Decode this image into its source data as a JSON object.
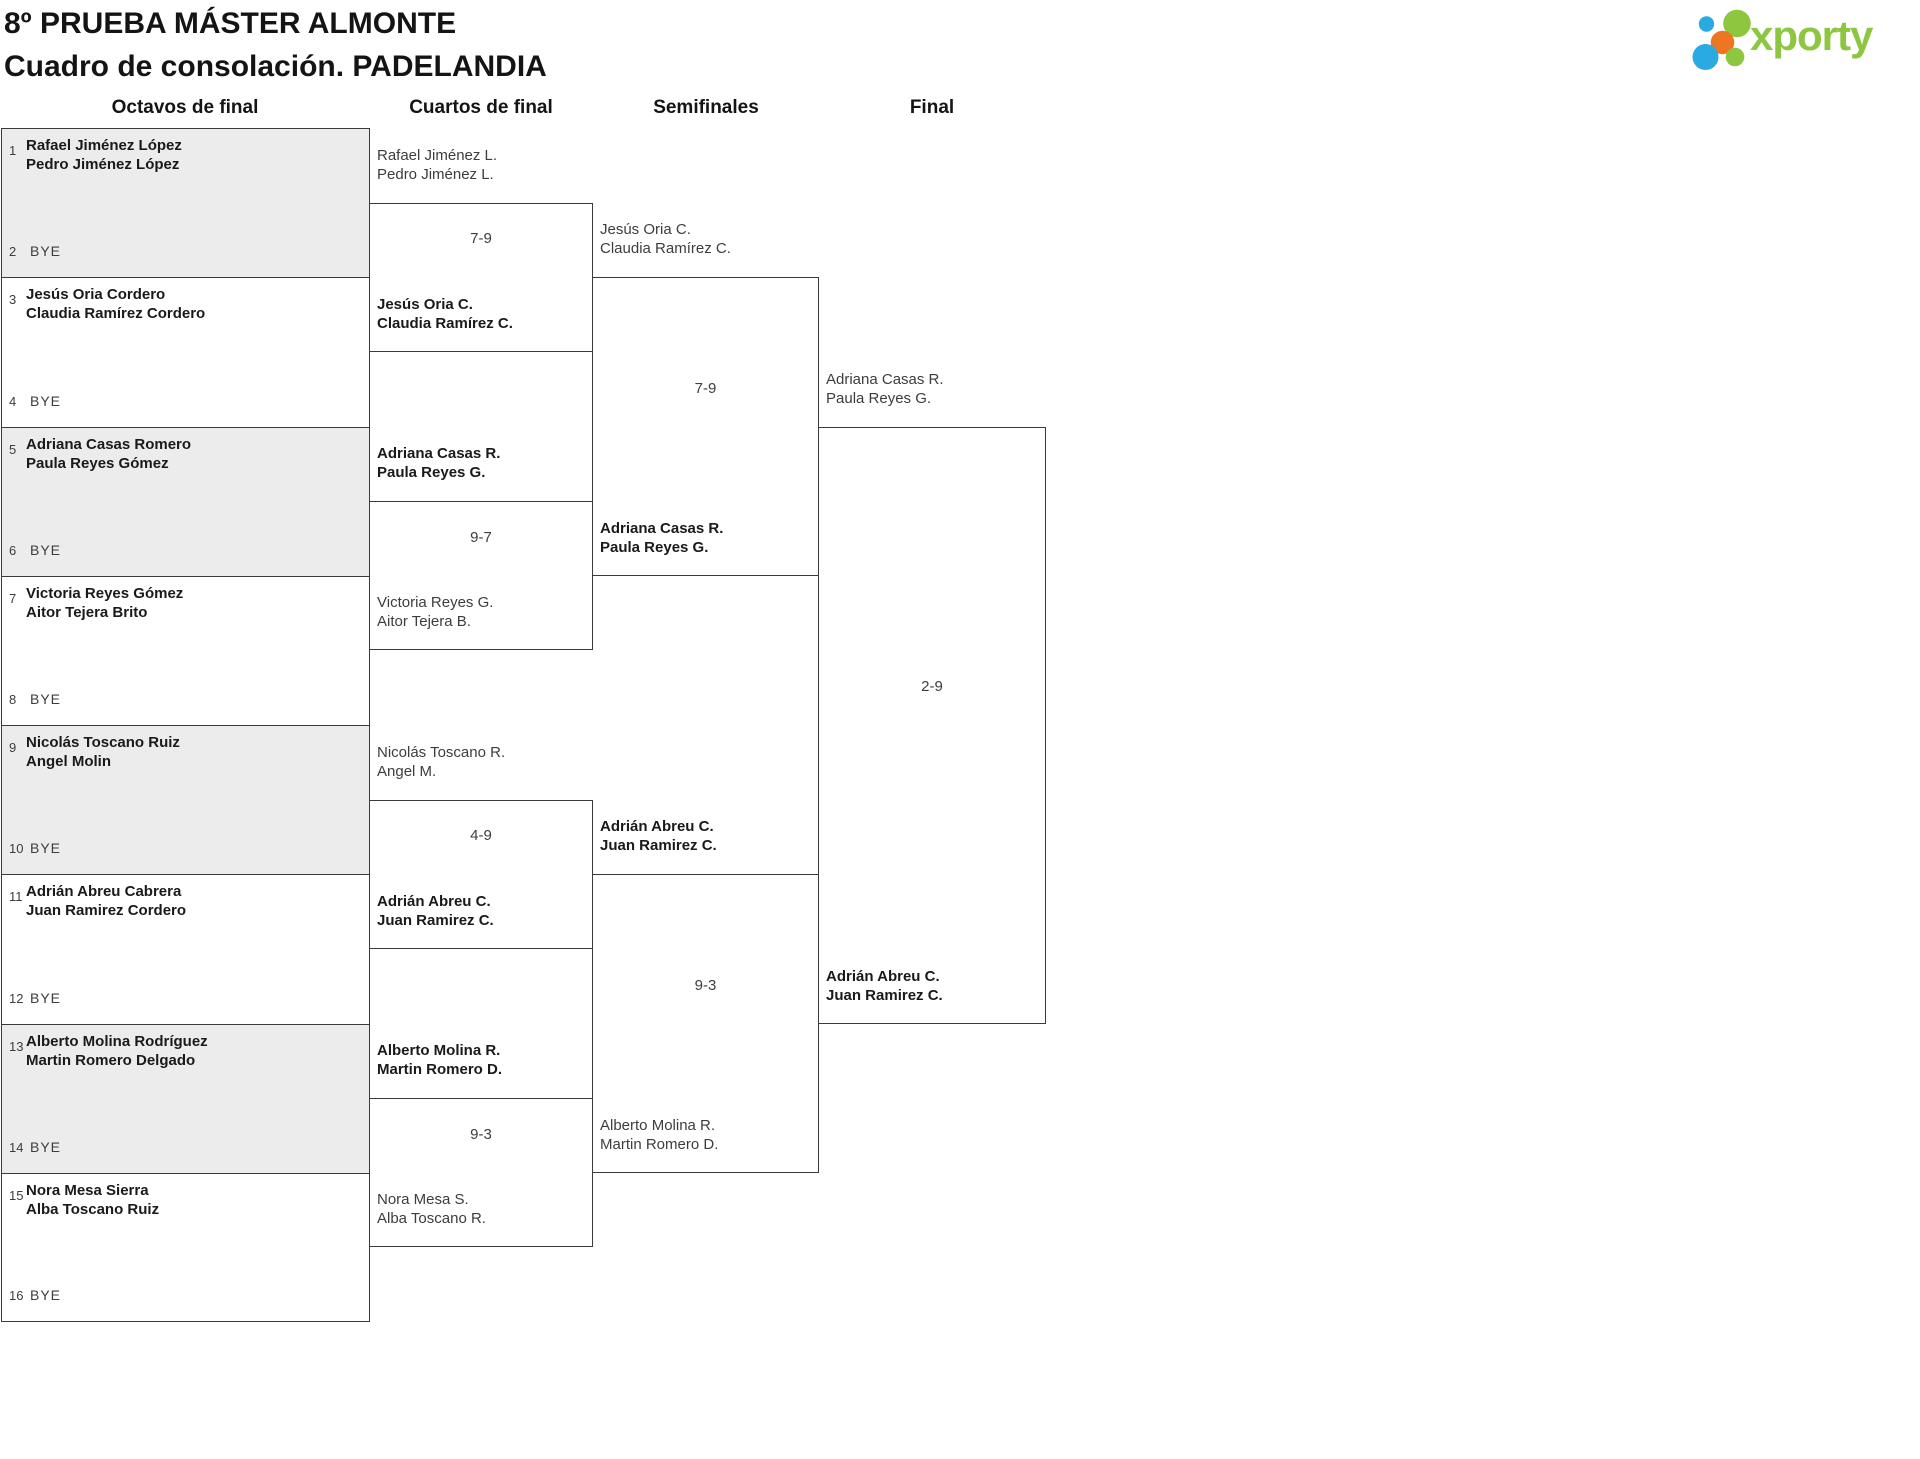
{
  "header": {
    "title_line1": "8º PRUEBA MÁSTER ALMONTE",
    "title_line2": "Cuadro de consolación. PADELANDIA",
    "logo_text": "xporty"
  },
  "rounds": [
    {
      "label": "Octavos de final"
    },
    {
      "label": "Cuartos de final"
    },
    {
      "label": "Semifinales"
    },
    {
      "label": "Final"
    }
  ],
  "bracket": {
    "round1": [
      {
        "seed": "1",
        "team": [
          "Rafael Jiménez López",
          "Pedro Jiménez López"
        ],
        "bye_seed": "2",
        "bye_label": "BYE",
        "shaded": true
      },
      {
        "seed": "3",
        "team": [
          "Jesús Oria Cordero",
          "Claudia Ramírez Cordero"
        ],
        "bye_seed": "4",
        "bye_label": "BYE",
        "shaded": false
      },
      {
        "seed": "5",
        "team": [
          "Adriana Casas Romero",
          "Paula Reyes Gómez"
        ],
        "bye_seed": "6",
        "bye_label": "BYE",
        "shaded": true
      },
      {
        "seed": "7",
        "team": [
          "Victoria Reyes Gómez",
          "Aitor Tejera Brito"
        ],
        "bye_seed": "8",
        "bye_label": "BYE",
        "shaded": false
      },
      {
        "seed": "9",
        "team": [
          "Nicolás Toscano Ruiz",
          "Angel Molin"
        ],
        "bye_seed": "10",
        "bye_label": "BYE",
        "shaded": true
      },
      {
        "seed": "11",
        "team": [
          "Adrián Abreu Cabrera",
          "Juan Ramirez Cordero"
        ],
        "bye_seed": "12",
        "bye_label": "BYE",
        "shaded": false
      },
      {
        "seed": "13",
        "team": [
          "Alberto Molina Rodríguez",
          "Martin Romero Delgado"
        ],
        "bye_seed": "14",
        "bye_label": "BYE",
        "shaded": true
      },
      {
        "seed": "15",
        "team": [
          "Nora Mesa Sierra",
          "Alba Toscano Ruiz"
        ],
        "bye_seed": "16",
        "bye_label": "BYE",
        "shaded": false
      }
    ],
    "quarterfinals": [
      {
        "team1": [
          "Rafael Jiménez L.",
          "Pedro Jiménez L."
        ],
        "team1_winner": false,
        "score": "7-9",
        "team2": [
          "Jesús Oria C.",
          "Claudia Ramírez C."
        ],
        "team2_winner": true
      },
      {
        "team1": [
          "Adriana Casas R.",
          "Paula Reyes G."
        ],
        "team1_winner": true,
        "score": "9-7",
        "team2": [
          "Victoria Reyes G.",
          "Aitor Tejera B."
        ],
        "team2_winner": false
      },
      {
        "team1": [
          "Nicolás Toscano R.",
          "Angel M."
        ],
        "team1_winner": false,
        "score": "4-9",
        "team2": [
          "Adrián Abreu C.",
          "Juan Ramirez C."
        ],
        "team2_winner": true
      },
      {
        "team1": [
          "Alberto Molina R.",
          "Martin Romero D."
        ],
        "team1_winner": true,
        "score": "9-3",
        "team2": [
          "Nora Mesa S.",
          "Alba Toscano R."
        ],
        "team2_winner": false
      }
    ],
    "semifinals": [
      {
        "team1": [
          "Jesús Oria C.",
          "Claudia Ramírez C."
        ],
        "team1_winner": false,
        "score": "7-9",
        "team2": [
          "Adriana Casas R.",
          "Paula Reyes G."
        ],
        "team2_winner": true
      },
      {
        "team1": [
          "Adrián Abreu C.",
          "Juan Ramirez C."
        ],
        "team1_winner": true,
        "score": "9-3",
        "team2": [
          "Alberto Molina R.",
          "Martin Romero D."
        ],
        "team2_winner": false
      }
    ],
    "final": [
      {
        "team1": [
          "Adriana Casas R.",
          "Paula Reyes G."
        ],
        "team1_winner": false,
        "score": "2-9",
        "team2": [
          "Adrián Abreu C.",
          "Juan Ramirez C."
        ],
        "team2_winner": true
      }
    ]
  },
  "colors": {
    "logo_green": "#8dc63f",
    "logo_blue": "#29abe2",
    "logo_orange": "#ee7623",
    "shaded_box": "#ececec",
    "line": "#3a3a3a"
  }
}
